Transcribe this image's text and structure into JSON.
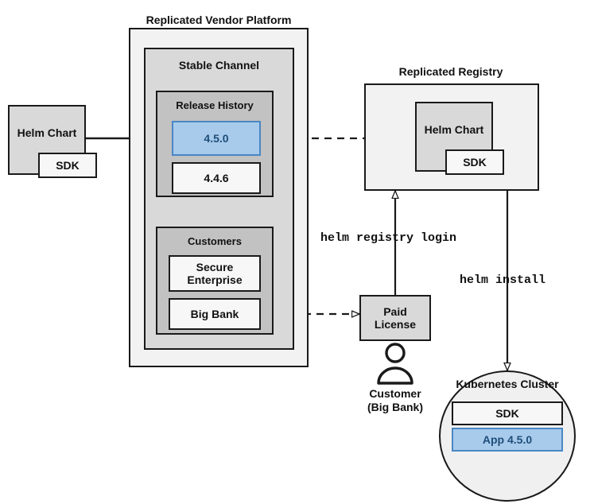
{
  "diagram": {
    "title": "Replicated Vendor Platform Helm distribution flow",
    "background": "#ffffff",
    "colors": {
      "stroke": "#1a1a1a",
      "highlight_fill": "#a8cbec",
      "highlight_border": "#4a87c4",
      "highlight_text": "#1f4e79",
      "gray_fill": "#d9d9d9",
      "gray_fill_dark": "#c2c2c2",
      "light_fill": "#f2f2f2",
      "white_fill": "#f7f7f7"
    }
  },
  "source_chart": {
    "title": "Helm Chart",
    "sdk_label": "SDK"
  },
  "vendor_platform": {
    "title": "Replicated Vendor Platform",
    "stable_channel": {
      "title": "Stable Channel",
      "release_history": {
        "title": "Release History",
        "releases": [
          {
            "version": "4.5.0",
            "state": "highlighted"
          },
          {
            "version": "4.4.6",
            "state": "normal"
          }
        ]
      },
      "customers": {
        "title": "Customers",
        "entries": [
          {
            "name": "Secure\nEnterprise",
            "line1": "Secure",
            "line2": "Enterprise"
          },
          {
            "name": "Big Bank",
            "line1": "Big Bank",
            "line2": ""
          }
        ]
      }
    }
  },
  "registry": {
    "title": "Replicated Registry",
    "chart": {
      "title": "Helm Chart",
      "sdk_label": "SDK"
    }
  },
  "license": {
    "line1": "Paid",
    "line2": "License"
  },
  "customer_actor": {
    "icon": "person-icon",
    "line1": "Customer",
    "line2": "(Big Bank)"
  },
  "commands": {
    "registry_login": "helm registry login",
    "install": "helm install"
  },
  "cluster": {
    "title": "Kubernetes Cluster",
    "items": [
      {
        "label": "SDK",
        "state": "normal"
      },
      {
        "label": "App 4.5.0",
        "state": "highlighted"
      }
    ]
  },
  "edges": [
    {
      "name": "chart-to-release",
      "style": "solid",
      "arrow": "filled"
    },
    {
      "name": "release-to-registry",
      "style": "dashed",
      "arrow": "open"
    },
    {
      "name": "bigbank-to-license",
      "style": "dashed",
      "arrow": "open"
    },
    {
      "name": "license-to-registry",
      "style": "solid",
      "arrow": "open",
      "label": "helm registry login"
    },
    {
      "name": "registry-to-cluster",
      "style": "solid",
      "arrow": "open",
      "label": "helm install"
    }
  ]
}
